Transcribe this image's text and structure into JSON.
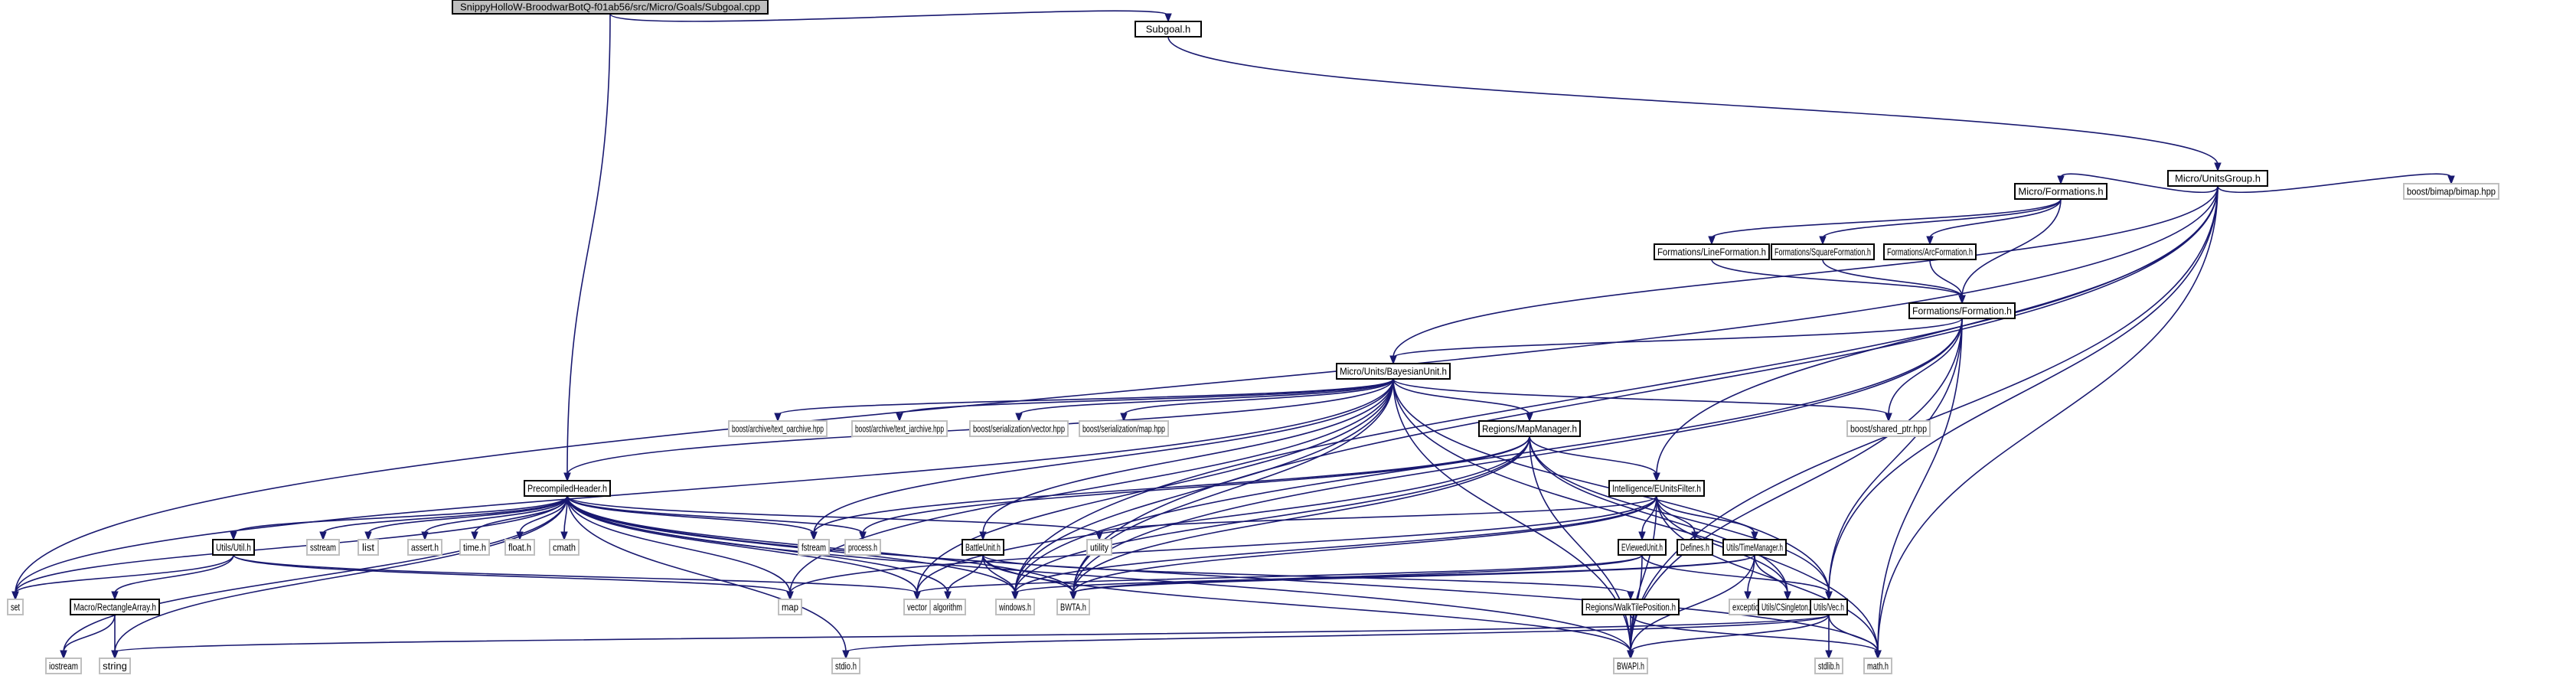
{
  "title": "SnippyHolloW-BroodwarBotQ-f01ab56/src/Micro/Goals/Subgoal.cpp",
  "colors": {
    "edge": "#191970",
    "root_fill": "#bfbfbf",
    "local_border": "#000000",
    "external_border": "#bfbfbf"
  },
  "nodes": [
    {
      "id": "root",
      "label": "SnippyHolloW-BroodwarBotQ-f01ab56/src/Micro/Goals/Subgoal.cpp",
      "kind": "root"
    },
    {
      "id": "subgoal_h",
      "label": "Subgoal.h",
      "kind": "local"
    },
    {
      "id": "unitsgroup",
      "label": "Micro/UnitsGroup.h",
      "kind": "local"
    },
    {
      "id": "formations",
      "label": "Micro/Formations.h",
      "kind": "local"
    },
    {
      "id": "bimap",
      "label": "boost/bimap/bimap.hpp",
      "kind": "external"
    },
    {
      "id": "lineform",
      "label": "Formations/LineFormation.h",
      "kind": "local"
    },
    {
      "id": "squareform",
      "label": "Formations/SquareFormation.h",
      "kind": "local"
    },
    {
      "id": "arcform",
      "label": "Formations/ArcFormation.h",
      "kind": "local"
    },
    {
      "id": "formation",
      "label": "Formations/Formation.h",
      "kind": "local"
    },
    {
      "id": "bayesian",
      "label": "Micro/Units/BayesianUnit.h",
      "kind": "local"
    },
    {
      "id": "oarchive",
      "label": "boost/archive/text_oarchive.hpp",
      "kind": "external"
    },
    {
      "id": "iarchive",
      "label": "boost/archive/text_iarchive.hpp",
      "kind": "external"
    },
    {
      "id": "servector",
      "label": "boost/serialization/vector.hpp",
      "kind": "external"
    },
    {
      "id": "sermap",
      "label": "boost/serialization/map.hpp",
      "kind": "external"
    },
    {
      "id": "mapmanager",
      "label": "Regions/MapManager.h",
      "kind": "local"
    },
    {
      "id": "sharedptr",
      "label": "boost/shared_ptr.hpp",
      "kind": "external"
    },
    {
      "id": "precomp",
      "label": "PrecompiledHeader.h",
      "kind": "local"
    },
    {
      "id": "eunitsfilter",
      "label": "Intelligence/EUnitsFilter.h",
      "kind": "local"
    },
    {
      "id": "util",
      "label": "Utils/Util.h",
      "kind": "local"
    },
    {
      "id": "sstream",
      "label": "sstream",
      "kind": "external"
    },
    {
      "id": "list",
      "label": "list",
      "kind": "external"
    },
    {
      "id": "assert",
      "label": "assert.h",
      "kind": "external"
    },
    {
      "id": "time",
      "label": "time.h",
      "kind": "external"
    },
    {
      "id": "float",
      "label": "float.h",
      "kind": "external"
    },
    {
      "id": "cmath",
      "label": "cmath",
      "kind": "external"
    },
    {
      "id": "fstream",
      "label": "fstream",
      "kind": "external"
    },
    {
      "id": "process",
      "label": "process.h",
      "kind": "external"
    },
    {
      "id": "battleunit",
      "label": "BattleUnit.h",
      "kind": "local"
    },
    {
      "id": "utility",
      "label": "utility",
      "kind": "external"
    },
    {
      "id": "eviewed",
      "label": "EViewedUnit.h",
      "kind": "local"
    },
    {
      "id": "defines",
      "label": "Defines.h",
      "kind": "local"
    },
    {
      "id": "timemanager",
      "label": "Utils/TimeManager.h",
      "kind": "local"
    },
    {
      "id": "set",
      "label": "set",
      "kind": "external"
    },
    {
      "id": "rectarray",
      "label": "Macro/RectangleArray.h",
      "kind": "local"
    },
    {
      "id": "map",
      "label": "map",
      "kind": "external"
    },
    {
      "id": "vector",
      "label": "vector",
      "kind": "external"
    },
    {
      "id": "algorithm",
      "label": "algorithm",
      "kind": "external"
    },
    {
      "id": "windows",
      "label": "windows.h",
      "kind": "external"
    },
    {
      "id": "bwta",
      "label": "BWTA.h",
      "kind": "external"
    },
    {
      "id": "walktile",
      "label": "Regions/WalkTilePosition.h",
      "kind": "local"
    },
    {
      "id": "exception",
      "label": "exception",
      "kind": "external"
    },
    {
      "id": "csingleton",
      "label": "Utils/CSingleton.h",
      "kind": "local"
    },
    {
      "id": "vec",
      "label": "Utils/Vec.h",
      "kind": "local"
    },
    {
      "id": "iostream",
      "label": "iostream",
      "kind": "external"
    },
    {
      "id": "string",
      "label": "string",
      "kind": "external"
    },
    {
      "id": "stdio",
      "label": "stdio.h",
      "kind": "external"
    },
    {
      "id": "bwapi",
      "label": "BWAPI.h",
      "kind": "external"
    },
    {
      "id": "stdlib",
      "label": "stdlib.h",
      "kind": "external"
    },
    {
      "id": "mathh",
      "label": "math.h",
      "kind": "external"
    }
  ],
  "edges": [
    [
      "root",
      "subgoal_h"
    ],
    [
      "root",
      "precomp"
    ],
    [
      "subgoal_h",
      "unitsgroup"
    ],
    [
      "unitsgroup",
      "formations"
    ],
    [
      "unitsgroup",
      "bimap"
    ],
    [
      "unitsgroup",
      "bayesian"
    ],
    [
      "unitsgroup",
      "set"
    ],
    [
      "unitsgroup",
      "windows"
    ],
    [
      "unitsgroup",
      "vec"
    ],
    [
      "unitsgroup",
      "bwapi"
    ],
    [
      "unitsgroup",
      "mathh"
    ],
    [
      "unitsgroup",
      "eunitsfilter"
    ],
    [
      "unitsgroup",
      "bwta"
    ],
    [
      "formations",
      "lineform"
    ],
    [
      "formations",
      "squareform"
    ],
    [
      "formations",
      "arcform"
    ],
    [
      "formations",
      "formation"
    ],
    [
      "lineform",
      "formation"
    ],
    [
      "squareform",
      "formation"
    ],
    [
      "arcform",
      "formation"
    ],
    [
      "formation",
      "bayesian"
    ],
    [
      "formation",
      "sharedptr"
    ],
    [
      "formation",
      "windows"
    ],
    [
      "formation",
      "vec"
    ],
    [
      "formation",
      "bwapi"
    ],
    [
      "formation",
      "mathh"
    ],
    [
      "formation",
      "bwta"
    ],
    [
      "bayesian",
      "oarchive"
    ],
    [
      "bayesian",
      "iarchive"
    ],
    [
      "bayesian",
      "servector"
    ],
    [
      "bayesian",
      "sermap"
    ],
    [
      "bayesian",
      "mapmanager"
    ],
    [
      "bayesian",
      "precomp"
    ],
    [
      "bayesian",
      "battleunit"
    ],
    [
      "bayesian",
      "set"
    ],
    [
      "bayesian",
      "map"
    ],
    [
      "bayesian",
      "vector"
    ],
    [
      "bayesian",
      "windows"
    ],
    [
      "bayesian",
      "bwta"
    ],
    [
      "bayesian",
      "bwapi"
    ],
    [
      "bayesian",
      "vec"
    ],
    [
      "bayesian",
      "mathh"
    ],
    [
      "bayesian",
      "fstream"
    ],
    [
      "bayesian",
      "sharedptr"
    ],
    [
      "mapmanager",
      "eunitsfilter"
    ],
    [
      "mapmanager",
      "fstream"
    ],
    [
      "mapmanager",
      "process"
    ],
    [
      "mapmanager",
      "vector"
    ],
    [
      "mapmanager",
      "windows"
    ],
    [
      "mapmanager",
      "bwta"
    ],
    [
      "mapmanager",
      "bwapi"
    ],
    [
      "mapmanager",
      "csingleton"
    ],
    [
      "mapmanager",
      "vec"
    ],
    [
      "precomp",
      "util"
    ],
    [
      "precomp",
      "sstream"
    ],
    [
      "precomp",
      "list"
    ],
    [
      "precomp",
      "assert"
    ],
    [
      "precomp",
      "time"
    ],
    [
      "precomp",
      "float"
    ],
    [
      "precomp",
      "cmath"
    ],
    [
      "precomp",
      "fstream"
    ],
    [
      "precomp",
      "process"
    ],
    [
      "precomp",
      "utility"
    ],
    [
      "precomp",
      "set"
    ],
    [
      "precomp",
      "iostream"
    ],
    [
      "precomp",
      "string"
    ],
    [
      "precomp",
      "map"
    ],
    [
      "precomp",
      "vector"
    ],
    [
      "precomp",
      "algorithm"
    ],
    [
      "precomp",
      "windows"
    ],
    [
      "precomp",
      "bwta"
    ],
    [
      "precomp",
      "bwapi"
    ],
    [
      "precomp",
      "stdio"
    ],
    [
      "precomp",
      "mathh"
    ],
    [
      "util",
      "set"
    ],
    [
      "util",
      "rectarray"
    ],
    [
      "util",
      "map"
    ],
    [
      "util",
      "vector"
    ],
    [
      "rectarray",
      "iostream"
    ],
    [
      "rectarray",
      "string"
    ],
    [
      "eunitsfilter",
      "eviewed"
    ],
    [
      "eunitsfilter",
      "defines"
    ],
    [
      "eunitsfilter",
      "timemanager"
    ],
    [
      "eunitsfilter",
      "csingleton"
    ],
    [
      "eunitsfilter",
      "bwapi"
    ],
    [
      "eunitsfilter",
      "bwta"
    ],
    [
      "eunitsfilter",
      "utility"
    ],
    [
      "eunitsfilter",
      "map"
    ],
    [
      "eunitsfilter",
      "windows"
    ],
    [
      "eunitsfilter",
      "mathh"
    ],
    [
      "battleunit",
      "algorithm"
    ],
    [
      "battleunit",
      "windows"
    ],
    [
      "battleunit",
      "bwta"
    ],
    [
      "battleunit",
      "bwapi"
    ],
    [
      "battleunit",
      "walktile"
    ],
    [
      "eviewed",
      "bwapi"
    ],
    [
      "eviewed",
      "bwta"
    ],
    [
      "eviewed",
      "vec"
    ],
    [
      "eviewed",
      "vector"
    ],
    [
      "timemanager",
      "exception"
    ],
    [
      "timemanager",
      "csingleton"
    ],
    [
      "timemanager",
      "bwapi"
    ],
    [
      "timemanager",
      "bwta"
    ],
    [
      "timemanager",
      "windows"
    ],
    [
      "walktile",
      "bwapi"
    ],
    [
      "walktile",
      "mathh"
    ],
    [
      "vec",
      "stdlib"
    ],
    [
      "vec",
      "mathh"
    ],
    [
      "vec",
      "bwapi"
    ],
    [
      "vec",
      "stdio"
    ],
    [
      "vec",
      "string"
    ]
  ]
}
